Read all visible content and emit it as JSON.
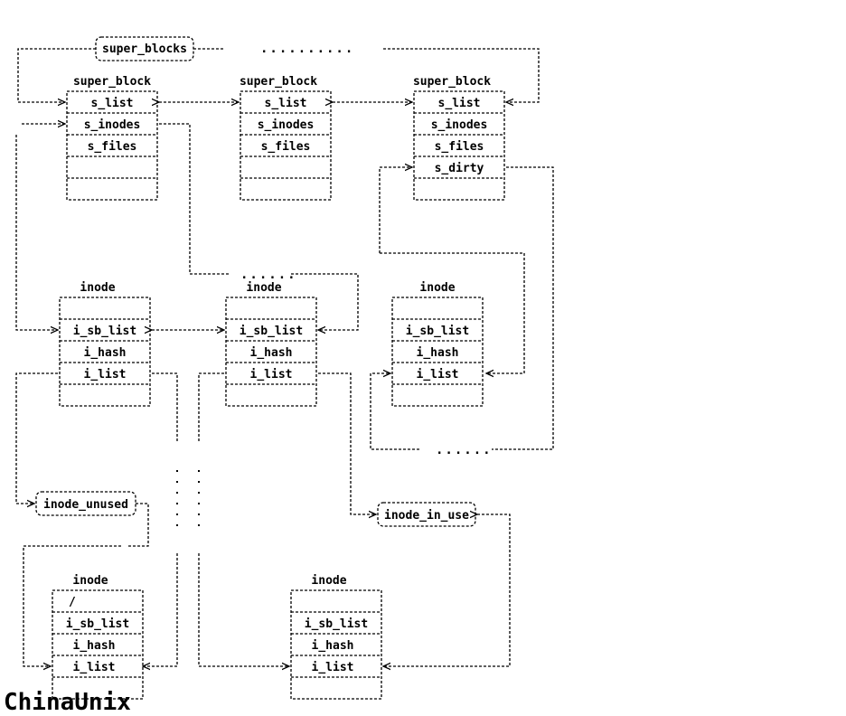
{
  "labels": {
    "super_blocks": "super_blocks",
    "super_block": "super_block",
    "inode": "inode",
    "inode_unused": "inode_unused",
    "inode_in_use": "inode_in_use",
    "ellipsis_long": "..........",
    "ellipsis_short": "......"
  },
  "fields": {
    "s_list": "s_list",
    "s_inodes": "s_inodes",
    "s_files": "s_files",
    "s_dirty": "s_dirty",
    "i_sb_list": "i_sb_list",
    "i_hash": "i_hash",
    "i_list": "i_list",
    "root": "/"
  },
  "watermark": "ChinaUnix"
}
